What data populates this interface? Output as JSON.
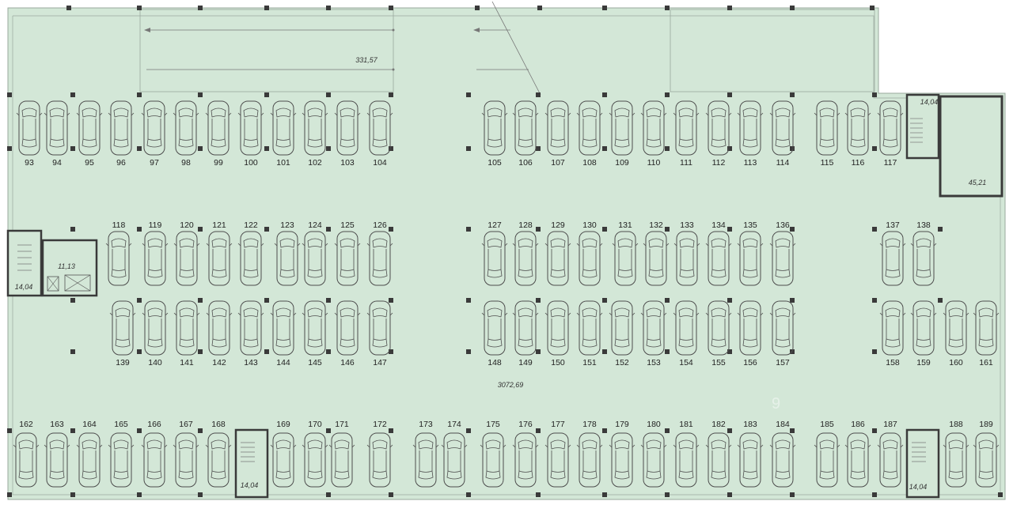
{
  "plan": {
    "colors": {
      "floor": "#d3e7d7",
      "wall": "#3a3a3a",
      "line": "#9aa89e",
      "car": "#4e4e4e"
    },
    "areas": {
      "ramp_zone": "331,57",
      "storage_top_right": "45,21",
      "room_left": "11,13",
      "stair_left": "14,04",
      "stair_top_right": "14,04",
      "stair_bottom_mid": "14,04",
      "stair_bottom_right": "14,04",
      "total_floor": "3072,69"
    },
    "room_left_sublabel": "",
    "rows": [
      {
        "id": "row-a",
        "numbers": [
          "93",
          "94",
          "95",
          "96",
          "97",
          "98",
          "99",
          "100",
          "101",
          "102",
          "103",
          "104",
          "105",
          "106",
          "107",
          "108",
          "109",
          "110",
          "111",
          "112",
          "113",
          "114",
          "115",
          "116",
          "117"
        ]
      },
      {
        "id": "row-b",
        "numbers": [
          "118",
          "119",
          "120",
          "121",
          "122",
          "123",
          "124",
          "125",
          "126",
          "127",
          "128",
          "129",
          "130",
          "131",
          "132",
          "133",
          "134",
          "135",
          "136",
          "137",
          "138"
        ]
      },
      {
        "id": "row-c",
        "numbers": [
          "139",
          "140",
          "141",
          "142",
          "143",
          "144",
          "145",
          "146",
          "147",
          "148",
          "149",
          "150",
          "151",
          "152",
          "153",
          "154",
          "155",
          "156",
          "157",
          "158",
          "159",
          "160",
          "161"
        ]
      },
      {
        "id": "row-d",
        "numbers": [
          "162",
          "163",
          "164",
          "165",
          "166",
          "167",
          "168",
          "169",
          "170",
          "171",
          "172",
          "173",
          "174",
          "175",
          "176",
          "177",
          "178",
          "179",
          "180",
          "181",
          "182",
          "183",
          "184",
          "185",
          "186",
          "187",
          "188",
          "189"
        ]
      }
    ],
    "watermark": "9"
  }
}
